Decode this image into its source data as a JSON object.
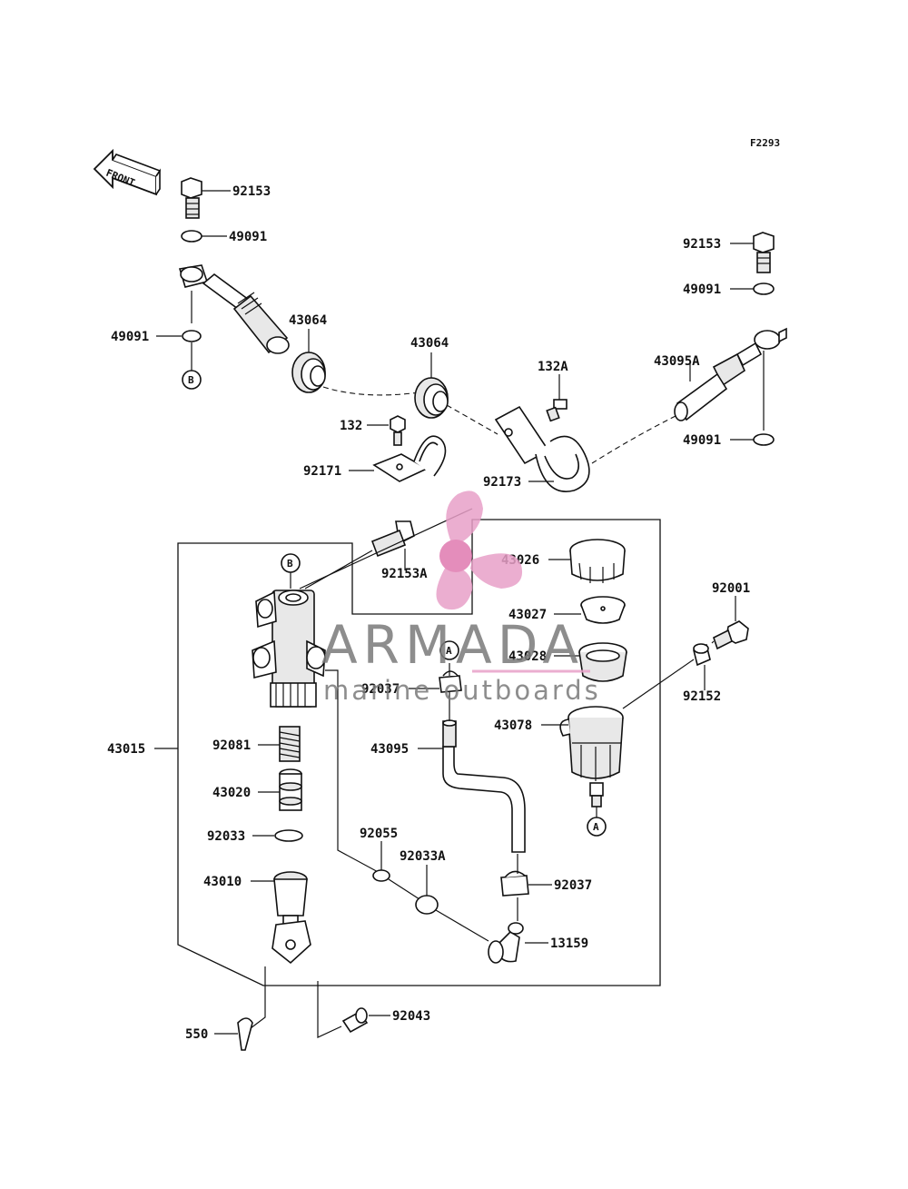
{
  "figure_code": "F2293",
  "front_arrow_label": "FRONT",
  "watermark": {
    "brand": "ARMADA",
    "tagline": "marine outboards",
    "accent_color": "#e8a0c8",
    "text_color": "#7a7a7a"
  },
  "callouts": {
    "p92153_left": "92153",
    "p49091_left_top": "49091",
    "p49091_left_bottom": "49091",
    "p43064_left": "43064",
    "p43064_right": "43064",
    "p132A": "132A",
    "p132": "132",
    "p92171": "92171",
    "p92173": "92173",
    "p92153_right": "92153",
    "p49091_right_top": "49091",
    "p43095A": "43095A",
    "p49091_right_bottom": "49091",
    "p92153A": "92153A",
    "p43026": "43026",
    "p43027": "43027",
    "p43028": "43028",
    "p92001": "92001",
    "p92152": "92152",
    "p92037_top": "92037",
    "p43078": "43078",
    "p43095": "43095",
    "p43015": "43015",
    "p92081": "92081",
    "p43020": "43020",
    "p92033": "92033",
    "p92055": "92055",
    "p92033A": "92033A",
    "p92037_bottom": "92037",
    "p43010": "43010",
    "p13159": "13159",
    "p550": "550",
    "p92043": "92043"
  },
  "refs": {
    "b_top": "B",
    "b_bottom": "B",
    "a_top": "A",
    "a_bottom": "A"
  }
}
